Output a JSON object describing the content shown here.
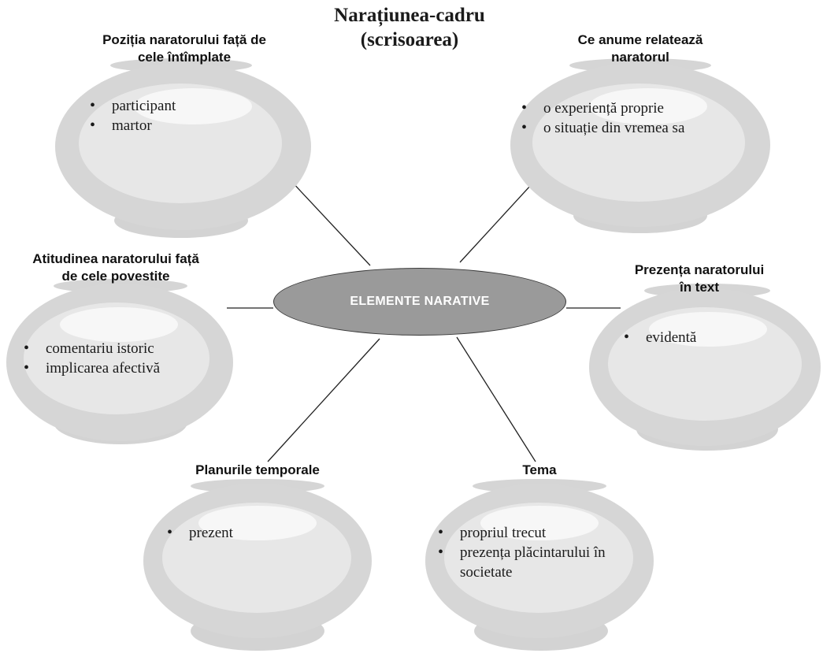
{
  "title": {
    "line1": "Narațiunea-cadru",
    "line2": "(scrisoarea)"
  },
  "center": {
    "label": "ELEMENTE NARATIVE"
  },
  "nodes": [
    {
      "heading": [
        "Poziția naratorului față de",
        "cele întîmplate"
      ],
      "items": [
        "participant",
        "martor"
      ]
    },
    {
      "heading": [
        "Ce anume relatează",
        "naratorul"
      ],
      "items": [
        "o experiență proprie",
        "o situație din vremea sa"
      ]
    },
    {
      "heading": [
        "Atitudinea naratorului față",
        "de cele povestite"
      ],
      "items": [
        "comentariu istoric",
        "implicarea afectivă"
      ]
    },
    {
      "heading": [
        "Prezența naratorului",
        "în text"
      ],
      "items": [
        "evidentă"
      ]
    },
    {
      "heading": [
        "Planurile temporale"
      ],
      "items": [
        "prezent"
      ]
    },
    {
      "heading": [
        "Tema"
      ],
      "items": [
        "propriul trecut",
        "prezența plăcintarului în societate"
      ]
    }
  ],
  "colors": {
    "center_fill": "#9a9a9a",
    "pot_fill": "#d6d6d6",
    "connector": "#222222"
  }
}
